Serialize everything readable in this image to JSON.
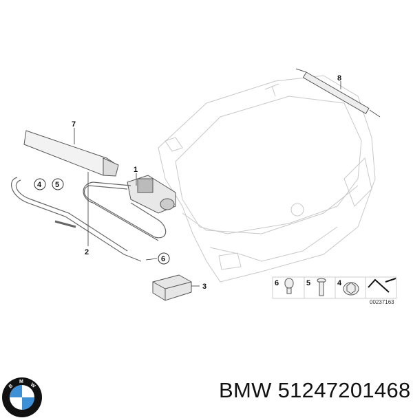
{
  "diagram": {
    "callouts": [
      {
        "id": "8",
        "text": "8"
      },
      {
        "id": "7",
        "text": "7"
      },
      {
        "id": "1",
        "text": "1"
      },
      {
        "id": "4",
        "text": "4"
      },
      {
        "id": "5",
        "text": "5"
      },
      {
        "id": "2",
        "text": "2"
      },
      {
        "id": "6",
        "text": "6"
      },
      {
        "id": "3",
        "text": "3"
      }
    ],
    "legend": [
      {
        "id": "6",
        "text": "6"
      },
      {
        "id": "5",
        "text": "5"
      },
      {
        "id": "4",
        "text": "4"
      }
    ],
    "drawing_code": "00237163"
  },
  "logo": {
    "letters": [
      "B",
      "M",
      "W"
    ],
    "colors": {
      "ring": "#111111",
      "blue": "#3d8fd6",
      "white": "#ffffff"
    }
  },
  "caption": "BMW 51247201468"
}
